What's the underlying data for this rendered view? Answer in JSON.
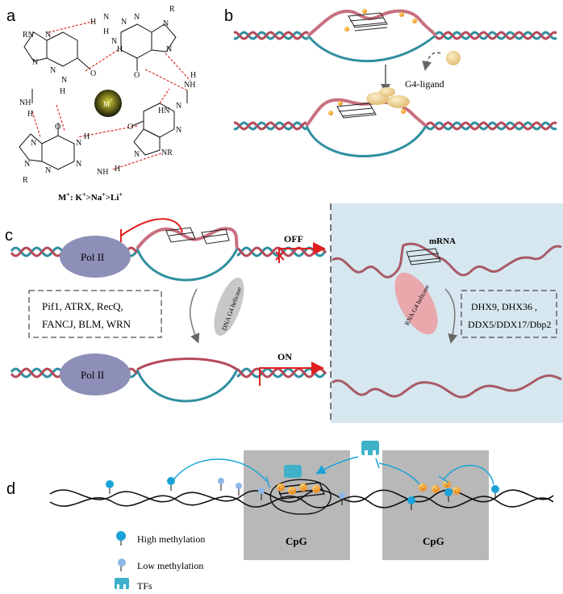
{
  "panel_labels": {
    "a": "a",
    "b": "b",
    "c": "c",
    "d": "d"
  },
  "panel_a": {
    "metal": "M",
    "metal_sup": "+",
    "atoms": {
      "h": "H",
      "n": "N",
      "o": "O",
      "nh": "NH",
      "hn": "HN",
      "rn": "RN",
      "nr": "NR",
      "r": "R",
      "nnh": "N",
      "h2": "H"
    },
    "caption_parts": [
      "M",
      "+",
      ": K",
      "+",
      ">Na",
      "+",
      ">Li",
      "+"
    ]
  },
  "panel_b": {
    "ligand_label": "G4-ligand"
  },
  "panel_c": {
    "pol_top": "Pol II",
    "pol_bottom": "Pol II",
    "off_label": "OFF",
    "on_label": "ON",
    "mrna_label": "mRNA",
    "dna_helicase": "DNA G4 helicase",
    "rna_helicase": "RNA G4 helicase",
    "dna_box_lines": [
      "Pif1, ATRX, RecQ,",
      "FANCJ, BLM, WRN"
    ],
    "rna_box_lines": [
      "DHX9, DHX36 ,",
      "DDX5/DDX17/Dbp2"
    ]
  },
  "panel_d": {
    "cpg_left": "CpG",
    "cpg_right": "CpG",
    "g4_letters": [
      "G",
      "G",
      "G",
      "G"
    ],
    "legend": [
      {
        "label": "High methylation",
        "icon": "high-methylation-icon"
      },
      {
        "label": "Low  methylation",
        "icon": "low-methylation-icon"
      },
      {
        "label": "TFs",
        "icon": "tf-icon"
      }
    ]
  },
  "colors": {
    "helix_teal": "#2f8fa0",
    "helix_red": "#b54a5a",
    "rna_strand": "#a85a66",
    "g4_pink": "#c87080",
    "gold": "#f5a623",
    "pol_purple": "#8e8fb8",
    "rna_panel_bg": "#d6e7ef",
    "cpg_gray": "#b8b8b8",
    "methyl_blue": "#1aa3d9",
    "arrow_red": "#e02020",
    "hbond_red": "#d9302a"
  }
}
